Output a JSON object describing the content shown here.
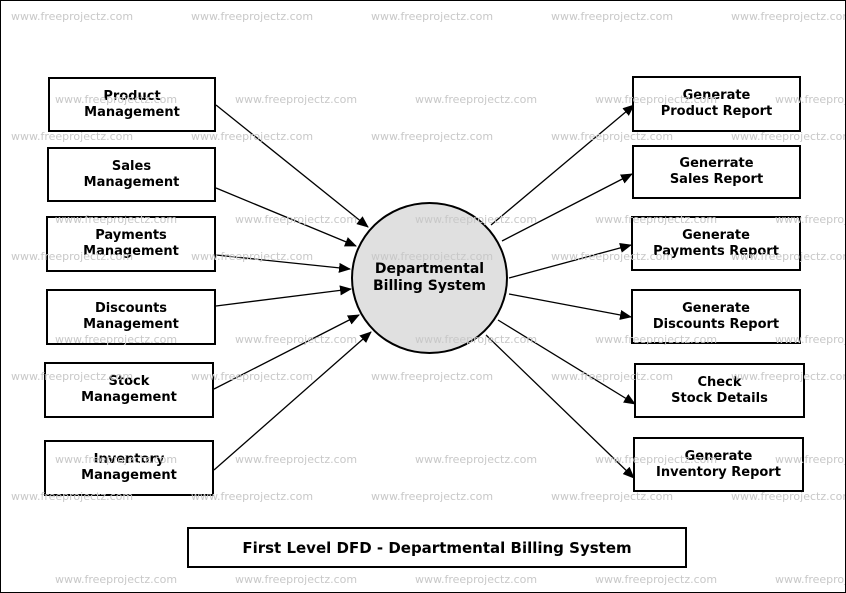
{
  "watermark": "www.freeprojectz.com",
  "process": {
    "label": "Departmental\nBilling System"
  },
  "inputs": [
    {
      "label": "Product\nManagement"
    },
    {
      "label": "Sales\nManagement"
    },
    {
      "label": "Payments\nManagement"
    },
    {
      "label": "Discounts\nManagement"
    },
    {
      "label": "Stock\nManagement"
    },
    {
      "label": "Inventory\nManagement"
    }
  ],
  "outputs": [
    {
      "label": "Generate\nProduct Report"
    },
    {
      "label": "Generrate\nSales Report"
    },
    {
      "label": "Generate\nPayments Report"
    },
    {
      "label": "Generate\nDiscounts Report"
    },
    {
      "label": "Check\nStock Details"
    },
    {
      "label": "Generate\nInventory Report"
    }
  ],
  "title": "First Level DFD - Departmental Billing System",
  "colors": {
    "process_fill": "#e0e0e0",
    "stroke": "#000000",
    "watermark": "#c8c8c8"
  }
}
